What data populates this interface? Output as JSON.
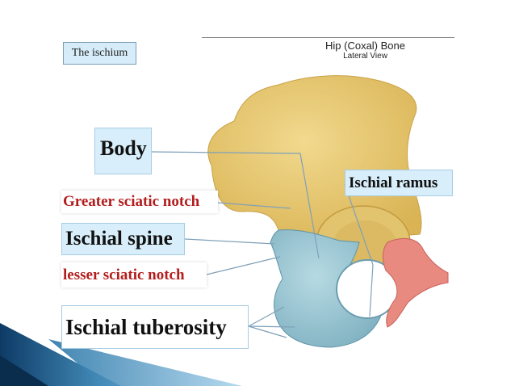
{
  "slide": {
    "title_box": "The ischium"
  },
  "figure": {
    "title": "Hip (Coxal) Bone",
    "subtitle": "Lateral View"
  },
  "labels": {
    "body": "Body",
    "greater_sciatic_notch": "Greater sciatic notch",
    "ischial_spine": "Ischial spine",
    "lesser_sciatic_notch": "lesser sciatic notch",
    "ischial_tuberosity": "Ischial tuberosity",
    "ischial_ramus": "Ischial ramus"
  },
  "colors": {
    "ilium_yellow": "#e8c86a",
    "ischium_blue": "#9cc6d2",
    "pubis_red": "#e8847c",
    "label_box_blue": "#d8eefa",
    "red_label_text": "#b31d1d",
    "accent_dark_blue": "#1a4f7a"
  }
}
